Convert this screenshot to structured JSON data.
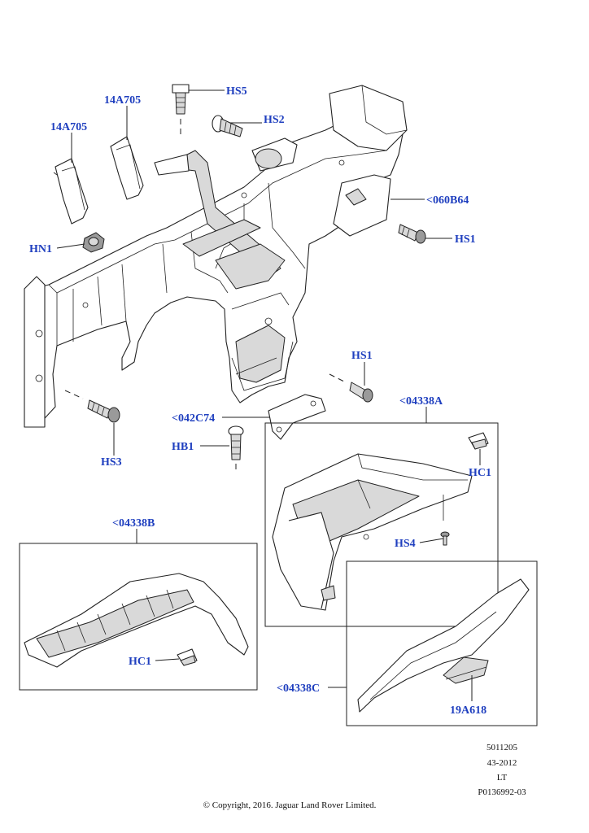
{
  "callouts": {
    "hs5": "HS5",
    "hs2": "HS2",
    "a14705_1": "14A705",
    "a14705_2": "14A705",
    "b060b64": "<060B64",
    "hn1": "HN1",
    "hs1_top": "HS1",
    "hs1_mid": "HS1",
    "c04338a": "<04338A",
    "c042c74": "<042C74",
    "hb1": "HB1",
    "hs3": "HS3",
    "hc1_right": "HC1",
    "c04338b": "<04338B",
    "hs4": "HS4",
    "hc1_left": "HC1",
    "c04338c": "<04338C",
    "a19a618": "19A618"
  },
  "footer": {
    "code1": "5011205",
    "code2": "43-2012",
    "code3": "LT",
    "code4": "P0136992-03",
    "copyright": "© Copyright, 2016. Jaguar Land Rover Limited."
  }
}
